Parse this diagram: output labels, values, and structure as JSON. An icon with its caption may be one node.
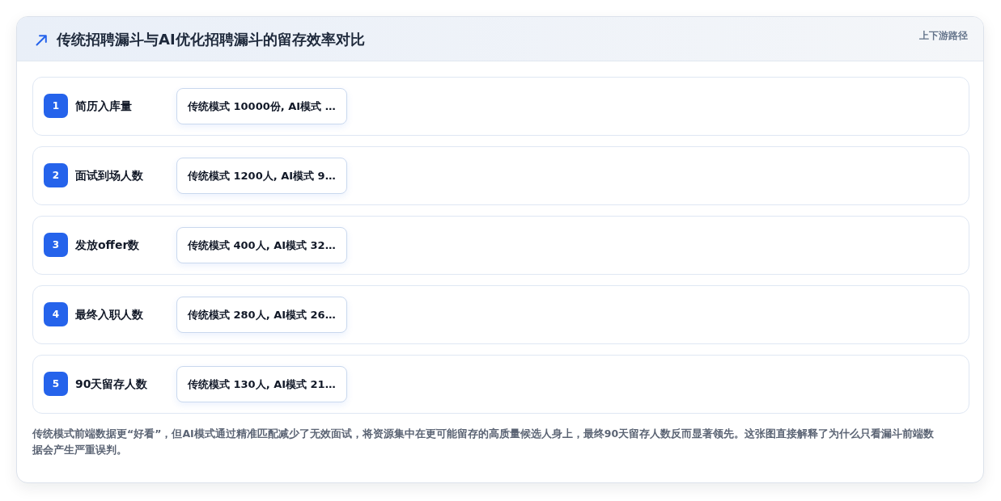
{
  "diagram": {
    "title": "传统招聘漏斗与AI优化招聘漏斗的留存效率对比",
    "caption": "传统模式前端数据更“好看”，但AI模式通过精准匹配减少了无效面试，将资源集中在更可能留存的高质量候选人身上，最终90天留存人数反而显著领先。这张图直接解释了为什么只看漏斗前端数据会产生严重误判。",
    "nodes": [
      {
        "text": [
          "简历入库量"
        ]
      },
      {
        "text": [
          "1"
        ],
        "in": 0
      },
      {
        "text": [
          "传统模式 10000份, AI模式 …"
        ],
        "in": 0
      },
      {
        "text": [
          "面试到场人数"
        ]
      },
      {
        "text": [
          "2"
        ],
        "in": 3
      },
      {
        "text": [
          "传统模式 1200人, AI模式 9…"
        ],
        "in": 3
      },
      {
        "text": [
          "发放offer数"
        ]
      },
      {
        "text": [
          "3"
        ],
        "in": 6
      },
      {
        "text": [
          "传统模式 400人, AI模式 32…"
        ],
        "in": 6
      },
      {
        "text": [
          "最终入职人数"
        ]
      },
      {
        "text": [
          "4"
        ],
        "in": 9
      },
      {
        "text": [
          "传统模式 280人, AI模式 26…"
        ],
        "in": 9
      },
      {
        "text": [
          "90天留存人数"
        ]
      },
      {
        "text": [
          "5"
        ],
        "in": 12
      },
      {
        "text": [
          "传统模式 130人, AI模式 21…"
        ],
        "in": 12
      }
    ],
    "labels": [
      "上下游路径"
    ]
  }
}
